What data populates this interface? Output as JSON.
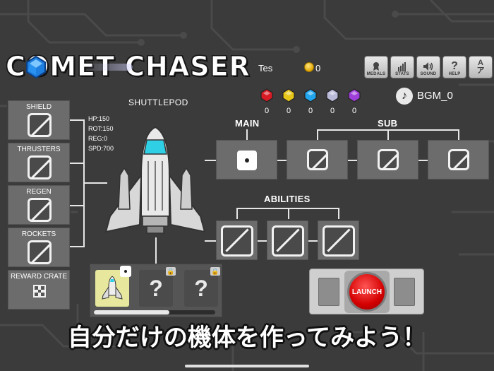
{
  "header": {
    "title": "COMET CHASER",
    "player_name": "Tes",
    "coins": "0"
  },
  "top_buttons": [
    {
      "label": "MEDALS",
      "icon": "medal-icon"
    },
    {
      "label": "STATS",
      "icon": "stats-icon"
    },
    {
      "label": "SOUND",
      "icon": "sound-icon"
    },
    {
      "label": "HELP",
      "icon": "help-icon"
    },
    {
      "label": "",
      "icon": "language-icon",
      "glyph_top": "A",
      "glyph_bottom": "ア"
    }
  ],
  "gems": [
    {
      "color": "#d81b24",
      "count": "0"
    },
    {
      "color": "#e6c619",
      "count": "0"
    },
    {
      "color": "#21a6ee",
      "count": "0"
    },
    {
      "color": "#b9b9d8",
      "count": "0"
    },
    {
      "color": "#9f3fd9",
      "count": "0"
    }
  ],
  "bgm": {
    "label": "BGM_0"
  },
  "ship": {
    "name": "SHUTTLEPOD",
    "stats": [
      "HP:150",
      "ROT:150",
      "REG:0",
      "SPD:700"
    ]
  },
  "side_slots": [
    {
      "title": "SHIELD"
    },
    {
      "title": "THRUSTERS"
    },
    {
      "title": "REGEN"
    },
    {
      "title": "ROCKETS"
    },
    {
      "title": "REWARD CRATE"
    }
  ],
  "sections": {
    "main": "MAIN",
    "sub": "SUB",
    "abilities": "ABILITIES"
  },
  "hangar": {
    "cards": [
      {
        "state": "selected"
      },
      {
        "state": "locked",
        "glyph": "?"
      },
      {
        "state": "locked",
        "glyph": "?"
      }
    ],
    "progress": 0.62
  },
  "launch": {
    "label": "LAUNCH"
  },
  "caption": "自分だけの機体を作ってみよう！",
  "colors": {
    "background": "#3b3b3b",
    "slot": "#6c6c6c",
    "launch_red": "#d40000",
    "selected_card": "#e7e89e"
  }
}
